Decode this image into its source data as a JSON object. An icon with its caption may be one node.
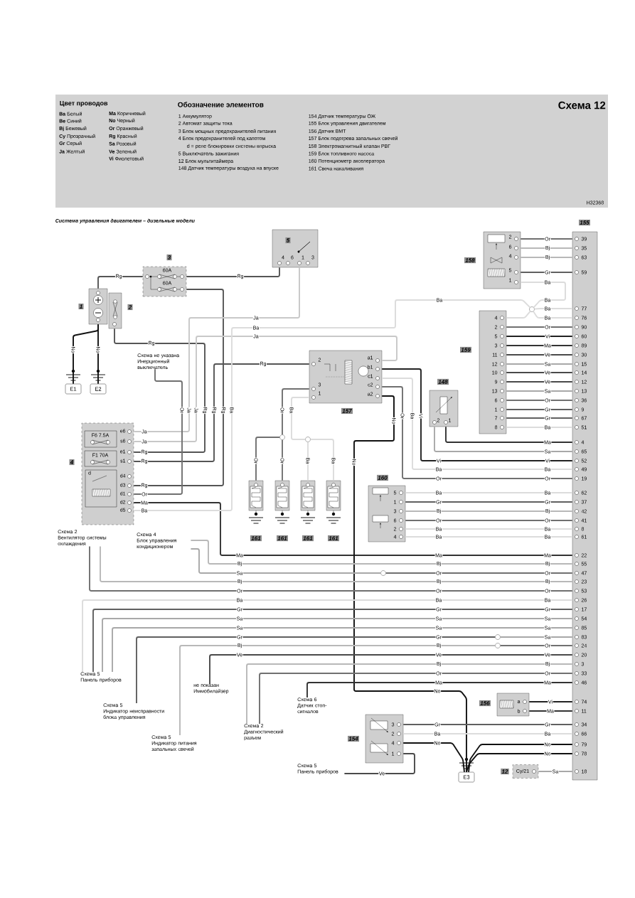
{
  "diagram": {
    "title": "Схема 12",
    "nodes": [
      {
        "text": [
          "1"
        ]
      },
      {
        "text": [
          "2"
        ]
      },
      {
        "text": [
          "3",
          "60A",
          "60A"
        ]
      },
      {
        "text": [
          "5",
          "4",
          "6",
          "1",
          "3"
        ]
      },
      {
        "text": [
          "155",
          "39",
          "35",
          "63",
          "59",
          "77",
          "76",
          "90",
          "60",
          "89",
          "30",
          "15",
          "14",
          "12",
          "13",
          "36",
          "9",
          "67",
          "51",
          "4",
          "65",
          "52",
          "49",
          "19",
          "62",
          "37",
          "42",
          "41",
          "8",
          "61",
          "22",
          "55",
          "47",
          "23",
          "53",
          "26",
          "17",
          "54",
          "85",
          "83",
          "24",
          "20",
          "3",
          "33",
          "46",
          "74",
          "11",
          "34",
          "66",
          "79",
          "78",
          "18"
        ]
      },
      {
        "text": [
          "158",
          "2",
          "6",
          "4",
          "5",
          "1"
        ]
      },
      {
        "text": [
          "159",
          "4",
          "2",
          "5",
          "3",
          "11",
          "12",
          "10",
          "9",
          "13",
          "6",
          "1",
          "7",
          "8"
        ]
      },
      {
        "text": [
          "148",
          "2",
          "1"
        ]
      },
      {
        "text": [
          "Схема не указана",
          "Инерционный выключатель"
        ]
      },
      {
        "text": [
          "157",
          "2",
          "3",
          "1",
          "a1",
          "b1",
          "c1",
          "c2",
          "a2"
        ]
      },
      {
        "text": [
          "E1"
        ]
      },
      {
        "text": [
          "E2"
        ]
      },
      {
        "text": [
          "4",
          "F6 7.5A",
          "F1 70A",
          "d",
          "e6",
          "s6",
          "e1",
          "s1",
          "d4",
          "d3",
          "d1",
          "d2",
          "d5"
        ]
      },
      {
        "text": [],
        "shape": "circle"
      },
      {
        "text": [],
        "shape": "circle"
      },
      {
        "text": [
          "161"
        ]
      },
      {
        "text": [
          "161"
        ]
      },
      {
        "text": [
          "161"
        ]
      },
      {
        "text": [
          "161"
        ]
      },
      {
        "text": [
          "160",
          "5",
          "1",
          "3",
          "6",
          "2",
          "4"
        ]
      },
      {
        "text": [
          "Схема 2",
          "Вентилятор системы охлаждения"
        ]
      },
      {
        "text": [
          "Схема 4",
          "Блок управления кондиционером"
        ]
      },
      {
        "text": [],
        "shape": "circle"
      },
      {
        "text": [
          "Схема 5",
          "Панель приборов"
        ]
      },
      {
        "text": [
          "Схема 5",
          "Индикатор неисправности блока управления"
        ]
      },
      {
        "text": [
          "не показан",
          "Иммобилайзер"
        ]
      },
      {
        "text": [
          "Схема 5",
          "Индикатор питания запальных свечей"
        ]
      },
      {
        "text": [
          "Схема 2",
          "Диагностический разъем"
        ]
      },
      {
        "text": [
          "Схема 6",
          "Датчик стоп-сигналов"
        ]
      },
      {
        "text": [],
        "shape": "circle"
      },
      {
        "text": [],
        "shape": "circle"
      },
      {
        "text": [
          "156",
          "a",
          "b"
        ]
      },
      {
        "text": [
          "154",
          "3",
          "2",
          "4",
          "1"
        ]
      },
      {
        "text": [
          "Схема 5",
          "Панель приборов"
        ]
      },
      {
        "text": [
          "E3"
        ]
      },
      {
        "text": [
          "12",
          "Cy/21"
        ]
      },
      {
        "text": [],
        "shape": "circle"
      }
    ],
    "edges": [
      {
        "from": 0,
        "to": 2,
        "arrow": "none",
        "label": "Rg",
        "color": "#555555"
      },
      {
        "from": 0,
        "to": 10,
        "arrow": "none",
        "label": "No",
        "color": "#111111"
      },
      {
        "from": 0,
        "to": 11,
        "arrow": "none",
        "label": "No",
        "color": "#111111"
      },
      {
        "from": 2,
        "to": 3,
        "arrow": "none",
        "label": "Rg",
        "color": "#555555"
      },
      {
        "from": 1,
        "to": 12,
        "arrow": "none",
        "label": "Rg",
        "color": "#555555"
      },
      {
        "from": 2,
        "to": 12,
        "arrow": "none",
        "label": "Rg",
        "color": "#555555"
      },
      {
        "from": 3,
        "to": 12,
        "arrow": "none",
        "label": "Ja",
        "color": "#c8c8c8"
      },
      {
        "from": 9,
        "to": 12,
        "arrow": "none",
        "label": "Ja",
        "color": "#c8c8c8"
      },
      {
        "from": 9,
        "to": 12,
        "arrow": "none",
        "label": "Rg",
        "color": "#555555"
      },
      {
        "from": 8,
        "to": 12,
        "arrow": "none",
        "label": "Or",
        "color": "#707070"
      },
      {
        "from": 12,
        "to": 4,
        "arrow": "none",
        "label": "Ma",
        "color": "#333333"
      },
      {
        "from": 12,
        "to": 36,
        "arrow": "none",
        "label": "Ba",
        "color": "#dcdcdc"
      },
      {
        "from": 5,
        "to": 36,
        "arrow": "none",
        "label": "Ba",
        "color": "#dcdcdc"
      },
      {
        "from": 36,
        "to": 4,
        "arrow": "none",
        "label": "Ba",
        "color": "#dcdcdc"
      },
      {
        "from": 36,
        "to": 4,
        "arrow": "none",
        "label": "Ba",
        "color": "#dcdcdc"
      },
      {
        "from": 6,
        "to": 36,
        "arrow": "none",
        "color": "#dcdcdc"
      },
      {
        "from": 6,
        "to": 4,
        "arrow": "none",
        "label": "Or",
        "color": "#707070"
      },
      {
        "from": 6,
        "to": 4,
        "arrow": "none",
        "label": "Vi",
        "color": "#222222"
      },
      {
        "from": 6,
        "to": 4,
        "arrow": "none",
        "label": "Ma",
        "color": "#333333"
      },
      {
        "from": 6,
        "to": 4,
        "arrow": "none",
        "label": "Ve",
        "color": "#4a4a4a"
      },
      {
        "from": 6,
        "to": 4,
        "arrow": "none",
        "label": "Sa",
        "color": "#a8a8a8"
      },
      {
        "from": 6,
        "to": 4,
        "arrow": "none",
        "label": "Ve",
        "color": "#4a4a4a"
      },
      {
        "from": 6,
        "to": 4,
        "arrow": "none",
        "label": "Ve",
        "color": "#4a4a4a"
      },
      {
        "from": 6,
        "to": 4,
        "arrow": "none",
        "label": "Sa",
        "color": "#a8a8a8"
      },
      {
        "from": 6,
        "to": 4,
        "arrow": "none",
        "label": "Or",
        "color": "#707070"
      },
      {
        "from": 6,
        "to": 4,
        "arrow": "none",
        "label": "Gr",
        "color": "#606060"
      },
      {
        "from": 6,
        "to": 4,
        "arrow": "none",
        "label": "Gr",
        "color": "#606060"
      },
      {
        "from": 6,
        "to": 4,
        "arrow": "none",
        "label": "Ba",
        "color": "#dcdcdc"
      },
      {
        "from": 5,
        "to": 4,
        "arrow": "none",
        "label": "Or",
        "color": "#707070"
      },
      {
        "from": 5,
        "to": 4,
        "arrow": "none",
        "label": "Bj",
        "color": "#b8b8b8"
      },
      {
        "from": 5,
        "to": 4,
        "arrow": "none",
        "label": "Bj",
        "color": "#b8b8b8"
      },
      {
        "from": 5,
        "to": 4,
        "arrow": "none",
        "label": "Gr",
        "color": "#606060"
      },
      {
        "from": 9,
        "to": 4,
        "arrow": "none",
        "label": "Vi",
        "color": "#222222"
      },
      {
        "from": 9,
        "to": 4,
        "arrow": "none",
        "label": "Ba",
        "color": "#dcdcdc"
      },
      {
        "from": 9,
        "to": 4,
        "arrow": "none",
        "label": "Or",
        "color": "#707070"
      },
      {
        "from": 9,
        "to": 34,
        "arrow": "none",
        "label": "No",
        "color": "#111111"
      },
      {
        "from": 7,
        "to": 4,
        "arrow": "none",
        "label": "Ma",
        "color": "#333333"
      },
      {
        "from": 7,
        "to": 4,
        "arrow": "none",
        "label": "Sa",
        "color": "#a8a8a8"
      },
      {
        "from": 19,
        "to": 4,
        "arrow": "none",
        "label": "Ba",
        "color": "#dcdcdc"
      },
      {
        "from": 19,
        "to": 4,
        "arrow": "none",
        "label": "Gr",
        "color": "#606060"
      },
      {
        "from": 19,
        "to": 4,
        "arrow": "none",
        "label": "Bj",
        "color": "#b8b8b8"
      },
      {
        "from": 19,
        "to": 4,
        "arrow": "none",
        "label": "Or",
        "color": "#707070"
      },
      {
        "from": 19,
        "to": 4,
        "arrow": "none",
        "label": "Ba",
        "color": "#dcdcdc"
      },
      {
        "from": 19,
        "to": 4,
        "arrow": "none",
        "label": "Ba",
        "color": "#dcdcdc"
      },
      {
        "from": 21,
        "to": 4,
        "arrow": "none",
        "label": "Bj",
        "color": "#b8b8b8"
      },
      {
        "from": 21,
        "to": 22,
        "arrow": "none",
        "label": "Sa",
        "color": "#a8a8a8"
      },
      {
        "from": 22,
        "to": 4,
        "arrow": "none",
        "label": "Or",
        "color": "#707070"
      },
      {
        "from": 20,
        "to": 4,
        "arrow": "none",
        "label": "Bj",
        "color": "#b8b8b8"
      },
      {
        "from": 20,
        "to": 4,
        "arrow": "none",
        "label": "Or",
        "color": "#707070"
      },
      {
        "from": 23,
        "to": 4,
        "arrow": "none",
        "label": "Ba",
        "color": "#dcdcdc"
      },
      {
        "from": 23,
        "to": 4,
        "arrow": "none",
        "label": "Gr",
        "color": "#606060"
      },
      {
        "from": 23,
        "to": 4,
        "arrow": "none",
        "label": "Sa",
        "color": "#a8a8a8"
      },
      {
        "from": 23,
        "to": 4,
        "arrow": "none",
        "label": "Sa",
        "color": "#a8a8a8"
      },
      {
        "from": 24,
        "to": 29,
        "arrow": "none",
        "label": "Gr",
        "color": "#606060"
      },
      {
        "from": 29,
        "to": 4,
        "arrow": "none",
        "label": "Sa",
        "color": "#a8a8a8"
      },
      {
        "from": 26,
        "to": 30,
        "arrow": "none",
        "label": "Bj",
        "color": "#b8b8b8"
      },
      {
        "from": 30,
        "to": 4,
        "arrow": "none",
        "label": "Or",
        "color": "#707070"
      },
      {
        "from": 25,
        "to": 4,
        "arrow": "none",
        "label": "Ve",
        "color": "#4a4a4a"
      },
      {
        "from": 27,
        "to": 4,
        "arrow": "none",
        "label": "Bj",
        "color": "#b8b8b8"
      },
      {
        "from": 27,
        "to": 4,
        "arrow": "none",
        "label": "Or",
        "color": "#707070"
      },
      {
        "from": 28,
        "to": 4,
        "arrow": "none",
        "label": "Ma",
        "color": "#333333"
      },
      {
        "from": 31,
        "to": 4,
        "arrow": "none",
        "label": "Vi",
        "color": "#222222"
      },
      {
        "from": 31,
        "to": 4,
        "arrow": "none",
        "label": "Ma",
        "color": "#333333"
      },
      {
        "from": 32,
        "to": 4,
        "arrow": "none",
        "label": "Gr",
        "color": "#606060"
      },
      {
        "from": 32,
        "to": 4,
        "arrow": "none",
        "label": "Ba",
        "color": "#dcdcdc"
      },
      {
        "from": 32,
        "to": 34,
        "arrow": "none",
        "label": "No",
        "color": "#111111"
      },
      {
        "from": 4,
        "to": 34,
        "arrow": "none",
        "label": "No",
        "color": "#111111"
      },
      {
        "from": 4,
        "to": 34,
        "arrow": "none",
        "label": "No",
        "color": "#111111"
      },
      {
        "from": 32,
        "to": 33,
        "arrow": "none",
        "label": "Ve",
        "color": "#4a4a4a"
      },
      {
        "from": 35,
        "to": 4,
        "arrow": "none",
        "label": "Sa",
        "color": "#a8a8a8"
      },
      {
        "from": 9,
        "to": 13,
        "arrow": "none",
        "label": "Or",
        "color": "#707070"
      },
      {
        "from": 13,
        "to": 15,
        "arrow": "none",
        "label": "Or",
        "color": "#707070"
      },
      {
        "from": 13,
        "to": 16,
        "arrow": "none",
        "label": "Or",
        "color": "#707070"
      },
      {
        "from": 9,
        "to": 14,
        "arrow": "none",
        "label": "Ba",
        "color": "#dcdcdc"
      },
      {
        "from": 14,
        "to": 17,
        "arrow": "none",
        "label": "Ba",
        "color": "#dcdcdc"
      },
      {
        "from": 14,
        "to": 18,
        "arrow": "none",
        "label": "Ba",
        "color": "#dcdcdc"
      }
    ],
    "labels": [
      "Цвет проводов",
      "Обозначение элементов",
      "1 Аккумулятор",
      "2 Автомат защиты тока",
      "3 Блок мощных предохранителей питания",
      "4 Блок предохранителей под капотом",
      "d = реле блокировки системы впрыска",
      "5 Выключатель зажигания",
      "12 Блок мультитаймера",
      "148 Датчик температуры воздуха на впуске",
      "154 Датчик температуры ОЖ",
      "155 Блок управления двигателем",
      "156 Датчик ВМТ",
      "157 Блок подогрева запальных свечей",
      "158 Электромагнитный клапан РВГ",
      "159 Блок топливного насоса",
      "160 Потенциометр акселератора",
      "161 Свеча накаливания",
      "H32368",
      "Система управления двигателем – дизельные модели",
      "Rg",
      "Rg",
      "Rg",
      "Ja",
      "Ja",
      "Ja",
      "Ja",
      "Rg",
      "Rg",
      "Or",
      "Ma",
      "Ma",
      "Ma",
      "Ba",
      "Ba",
      "Ba",
      "Ba",
      "Vi",
      "Vi",
      "Ba",
      "Ba",
      "Or",
      "Or",
      "No",
      "No",
      "Ba",
      "Gr",
      "Bj",
      "Or",
      "Ba",
      "Ba",
      "Bj",
      "Bj",
      "Or",
      "Bj",
      "Bj",
      "Or",
      "Or",
      "Ba",
      "Ba",
      "Gr",
      "Gr",
      "Sa",
      "Sa",
      "Sa",
      "Sa",
      "Gr",
      "Bj",
      "Ve",
      "Ve",
      "Bj",
      "Or",
      "Ma",
      "Gr",
      "Ba"
    ],
    "legend": [
      {
        "text": "**Ba** Белый"
      },
      {
        "text": "**Be** Синий"
      },
      {
        "text": "**Bj** Бежевый"
      },
      {
        "text": "**Cy** Прозрачный"
      },
      {
        "text": "**Gr** Серый"
      },
      {
        "text": "**Ja** Желтый"
      },
      {
        "text": "**Ma** Коричневый"
      },
      {
        "text": "**No** Черный"
      },
      {
        "text": "**Or** Оранжевый"
      },
      {
        "text": "**Rg** Красный"
      },
      {
        "text": "**Sa** Розовый"
      },
      {
        "text": "**Ve** Зеленый"
      },
      {
        "text": "**Vi** Фиолетовый"
      }
    ]
  }
}
